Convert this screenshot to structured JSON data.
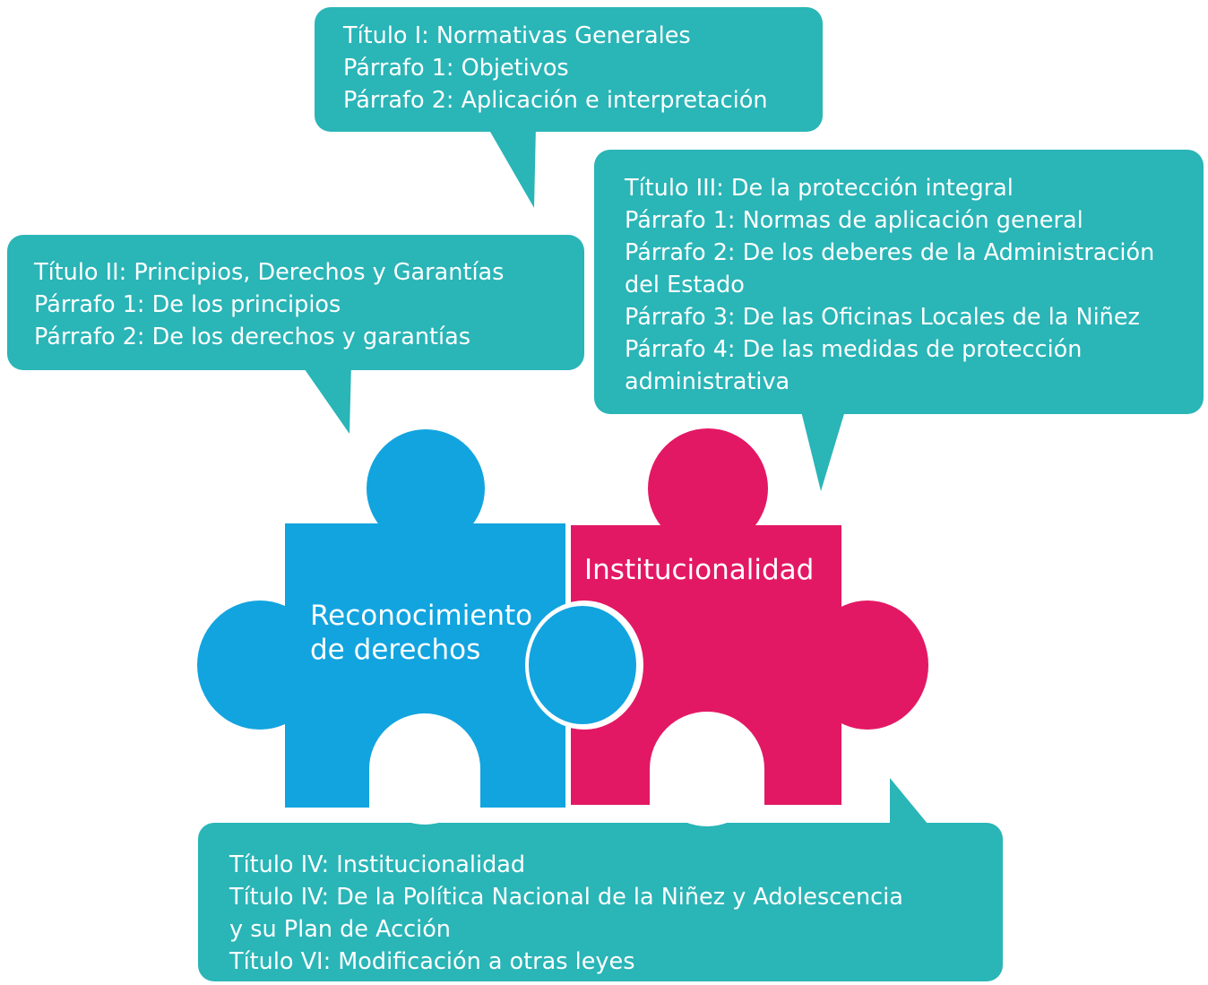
{
  "colors": {
    "bubble": "#2ab5b7",
    "piece_blue": "#12a4df",
    "piece_pink": "#e31864",
    "text": "#ffffff"
  },
  "puzzle": {
    "left_piece_label": [
      "Reconocimiento",
      "de derechos"
    ],
    "right_piece_label": "Institucionalidad"
  },
  "bubbles": {
    "titulo_1": {
      "lines": [
        "Título I: Normativas Generales",
        "Párrafo 1: Objetivos",
        "Párrafo 2: Aplicación e interpretación"
      ]
    },
    "titulo_2": {
      "lines": [
        "Título II: Principios, Derechos y Garantías",
        "Párrafo 1: De los principios",
        "Párrafo 2: De los derechos y garantías"
      ]
    },
    "titulo_3": {
      "lines": [
        "Título III: De la protección integral",
        "Párrafo 1: Normas de aplicación general",
        "Párrafo 2: De los deberes de la Administración",
        "del Estado",
        "Párrafo 3: De las Oficinas Locales de la Niñez",
        "Párrafo 4: De las medidas de protección",
        "administrativa"
      ]
    },
    "titulo_4": {
      "lines": [
        "Título IV: Institucionalidad",
        "Título IV: De la Política Nacional de la Niñez y Adolescencia",
        "y su Plan de Acción",
        "Título VI: Modificación a otras leyes"
      ]
    }
  }
}
